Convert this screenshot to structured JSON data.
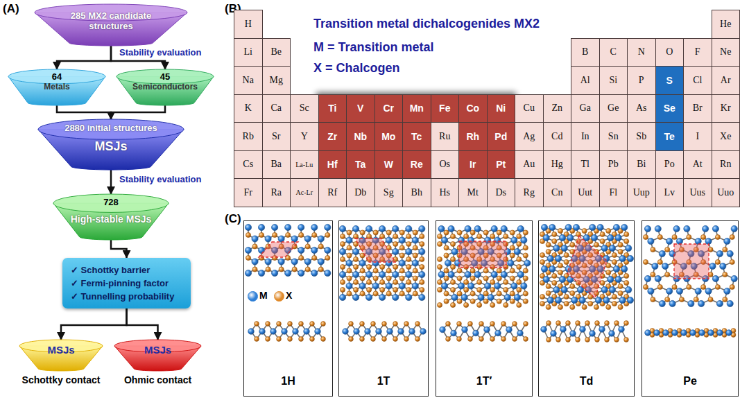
{
  "diagram": {
    "nodes": [
      {
        "text": [
          "285 MX2 candidate structures"
        ]
      },
      {
        "text": [
          "64",
          "Metals"
        ]
      },
      {
        "text": [
          "45",
          "Semiconductors"
        ]
      },
      {
        "text": [
          "2880 initial structures",
          "MSJs"
        ]
      },
      {
        "text": [
          "728",
          "High-stable MSJs"
        ]
      },
      {
        "text": [
          "✓ Schottky barrier",
          "✓ Fermi-pinning factor",
          "✓ Tunnelling probability"
        ]
      },
      {
        "text": [
          "MSJs",
          "Schottky contact"
        ]
      },
      {
        "text": [
          "MSJs",
          "Ohmic contact"
        ]
      },
      {
        "text": [
          "1H"
        ]
      },
      {
        "text": [
          "1T"
        ]
      },
      {
        "text": [
          "1T′"
        ]
      },
      {
        "text": [
          "Td"
        ]
      },
      {
        "text": [
          "Pe"
        ]
      }
    ],
    "edges": [
      {
        "from": 0,
        "to": 1,
        "arrow": "to",
        "label": "Stability evaluation"
      },
      {
        "from": 0,
        "to": 2,
        "arrow": "to"
      },
      {
        "from": 1,
        "to": 3,
        "arrow": "to"
      },
      {
        "from": 2,
        "to": 3,
        "arrow": "to"
      },
      {
        "from": 3,
        "to": 4,
        "arrow": "to",
        "label": "Stability evaluation"
      },
      {
        "from": 4,
        "to": 5,
        "arrow": "to"
      },
      {
        "from": 5,
        "to": 6,
        "arrow": "to"
      },
      {
        "from": 5,
        "to": 7,
        "arrow": "to"
      }
    ],
    "labels": [
      "(A)",
      "(B)",
      "(C)",
      "Transition metal dichalcogenides MX2",
      "M = Transition metal",
      "X = Chalcogen",
      "H",
      "He",
      "Li",
      "Be",
      "B",
      "C",
      "N",
      "O",
      "F",
      "Ne",
      "Na",
      "Mg",
      "Al",
      "Si",
      "P",
      "S",
      "Cl",
      "Ar",
      "K",
      "Ca",
      "Sc",
      "Ti",
      "V",
      "Cr",
      "Mn",
      "Fe",
      "Co",
      "Ni",
      "Cu",
      "Zn",
      "Ga",
      "Ge",
      "As",
      "Se",
      "Br",
      "Kr",
      "Rb",
      "Sr",
      "Y",
      "Zr",
      "Nb",
      "Mo",
      "Tc",
      "Ru",
      "Rh",
      "Pd",
      "Ag",
      "Cd",
      "In",
      "Sn",
      "Sb",
      "Te",
      "I",
      "Xe",
      "Cs",
      "Ba",
      "La-Lu",
      "Hf",
      "Ta",
      "W",
      "Re",
      "Os",
      "Ir",
      "Pt",
      "Au",
      "Hg",
      "Tl",
      "Pb",
      "Bi",
      "Po",
      "At",
      "Rn",
      "Fr",
      "Ra",
      "Ac-Lr",
      "Rf",
      "Db",
      "Sg",
      "Bh",
      "Hs",
      "Mt",
      "Ds",
      "Rg",
      "Cn",
      "Uut",
      "Fl",
      "Uup",
      "Lv",
      "Uus",
      "Uuo"
    ],
    "legend": [
      {
        "text": "M",
        "color": "#2f7fd6"
      },
      {
        "text": "X",
        "color": "#e08a2a"
      }
    ]
  }
}
